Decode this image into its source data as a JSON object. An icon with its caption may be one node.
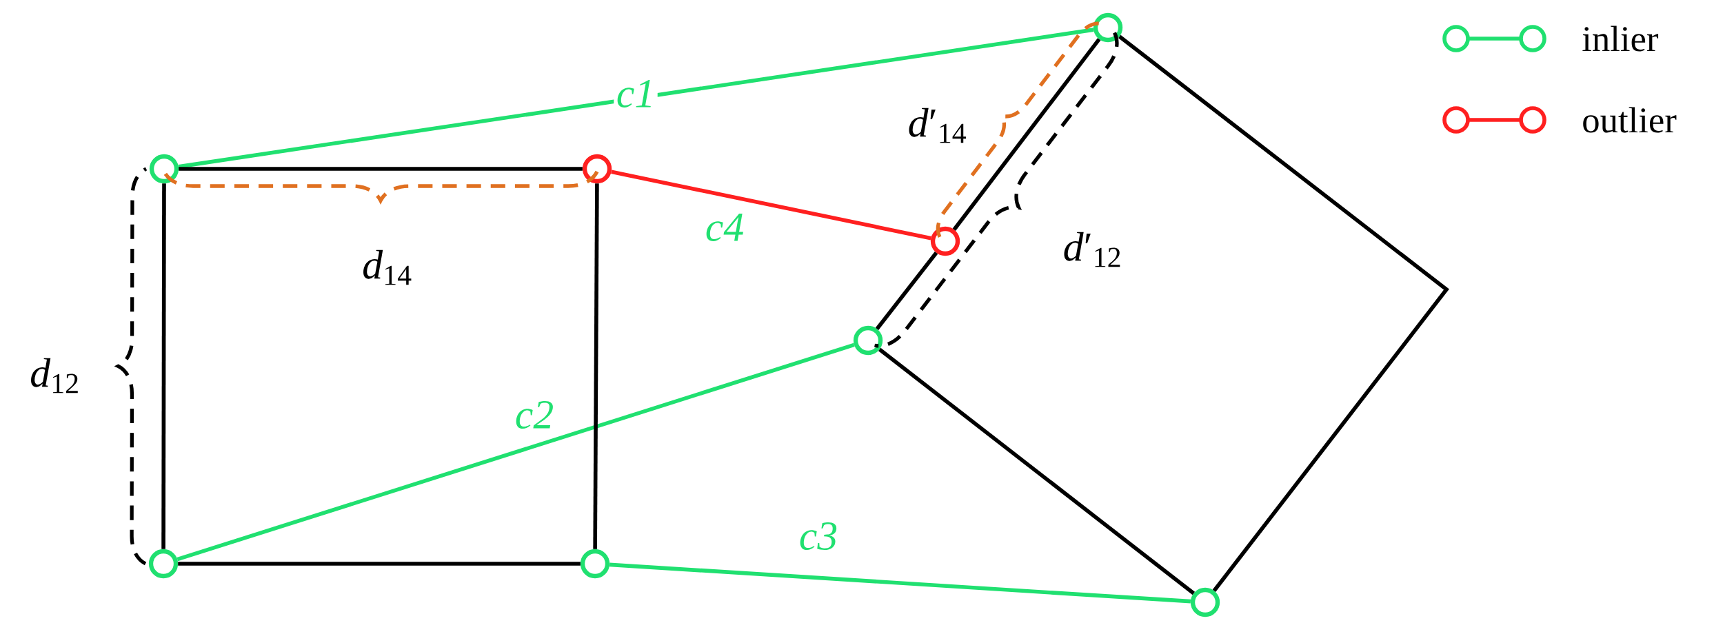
{
  "diagram": {
    "nodes": [
      {
        "text": [],
        "shape": "circle"
      },
      {
        "text": [],
        "shape": "circle"
      },
      {
        "text": [],
        "shape": "circle"
      },
      {
        "text": [],
        "shape": "circle"
      },
      {
        "text": [],
        "shape": "circle"
      },
      {
        "text": [],
        "shape": "circle"
      },
      {
        "text": [],
        "shape": "circle"
      },
      {
        "text": [],
        "shape": "circle"
      }
    ],
    "edges": [
      {
        "from": 0,
        "to": 6,
        "arrow": "none",
        "label": "c1",
        "color": "#20e070"
      },
      {
        "from": 1,
        "to": 4,
        "arrow": "none",
        "label": "c2",
        "color": "#20e070"
      },
      {
        "from": 3,
        "to": 7,
        "arrow": "none",
        "label": "c3",
        "color": "#20e070"
      },
      {
        "from": 2,
        "to": 5,
        "arrow": "none",
        "label": "c4",
        "color": "#ff2020"
      },
      {
        "from": 0,
        "to": 2,
        "arrow": "none"
      },
      {
        "from": 2,
        "to": 3,
        "arrow": "none"
      },
      {
        "from": 3,
        "to": 1,
        "arrow": "none"
      },
      {
        "from": 1,
        "to": 0,
        "arrow": "none"
      },
      {
        "from": 4,
        "to": 5,
        "arrow": "none"
      },
      {
        "from": 5,
        "to": 6,
        "arrow": "none"
      },
      {
        "from": 4,
        "to": 7,
        "arrow": "none"
      }
    ],
    "labels": [
      "*d*′$_{14}$",
      "*d*′$_{12}$",
      "*d*$_{14}$",
      "*d*$_{12}$"
    ],
    "legend": [
      {
        "text": "inlier"
      },
      {
        "text": "outlier"
      }
    ]
  }
}
